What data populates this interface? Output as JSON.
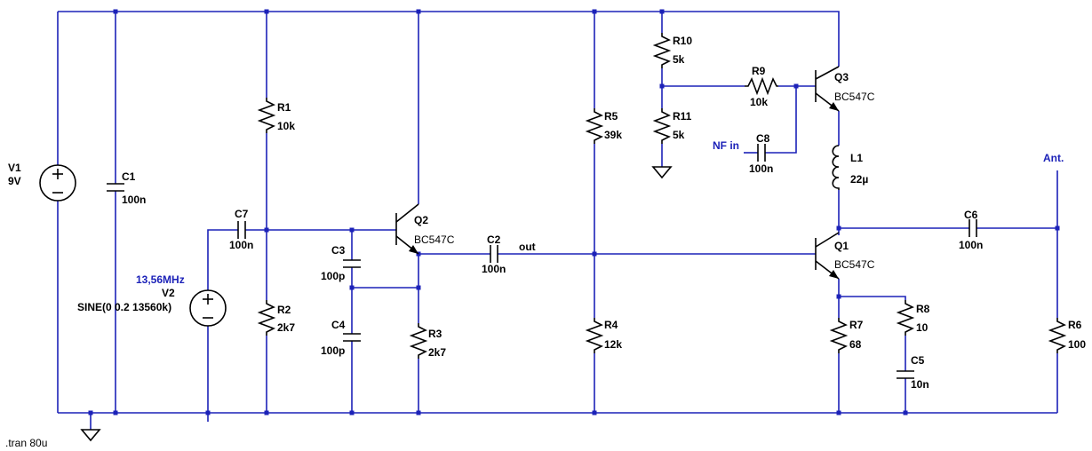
{
  "directive": ".tran 80u",
  "nets": {
    "out": "out",
    "nf_in": "NF in",
    "ant": "Ant."
  },
  "V1": {
    "name": "V1",
    "value": "9V"
  },
  "V2": {
    "name": "V2",
    "freq": "13,56MHz",
    "value": "SINE(0 0.2 13560k)"
  },
  "C1": {
    "name": "C1",
    "value": "100n"
  },
  "C2": {
    "name": "C2",
    "value": "100n"
  },
  "C3": {
    "name": "C3",
    "value": "100p"
  },
  "C4": {
    "name": "C4",
    "value": "100p"
  },
  "C5": {
    "name": "C5",
    "value": "10n"
  },
  "C6": {
    "name": "C6",
    "value": "100n"
  },
  "C7": {
    "name": "C7",
    "value": "100n"
  },
  "C8": {
    "name": "C8",
    "value": "100n"
  },
  "R1": {
    "name": "R1",
    "value": "10k"
  },
  "R2": {
    "name": "R2",
    "value": "2k7"
  },
  "R3": {
    "name": "R3",
    "value": "2k7"
  },
  "R4": {
    "name": "R4",
    "value": "12k"
  },
  "R5": {
    "name": "R5",
    "value": "39k"
  },
  "R6": {
    "name": "R6",
    "value": "100"
  },
  "R7": {
    "name": "R7",
    "value": "68"
  },
  "R8": {
    "name": "R8",
    "value": "10"
  },
  "R9": {
    "name": "R9",
    "value": "10k"
  },
  "R10": {
    "name": "R10",
    "value": "5k"
  },
  "R11": {
    "name": "R11",
    "value": "5k"
  },
  "L1": {
    "name": "L1",
    "value": "22µ"
  },
  "Q1": {
    "name": "Q1",
    "value": "BC547C"
  },
  "Q2": {
    "name": "Q2",
    "value": "BC547C"
  },
  "Q3": {
    "name": "Q3",
    "value": "BC547C"
  },
  "colors": {
    "wire": "#1c22b8",
    "component": "#000000",
    "net_label": "#1c22b8"
  }
}
